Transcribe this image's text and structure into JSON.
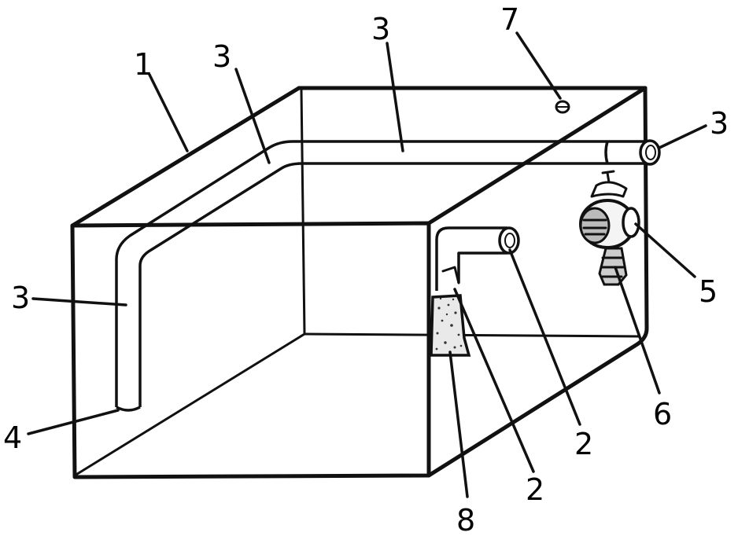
{
  "labels": {
    "tank": "1",
    "outlet_top": "2",
    "outlet_low": "2",
    "pipe_a": "3",
    "pipe_b": "3",
    "pipe_c": "3",
    "pipe_d": "3",
    "pipe_end": "4",
    "pump": "5",
    "pump_base": "6",
    "valve": "7",
    "filter": "8"
  }
}
